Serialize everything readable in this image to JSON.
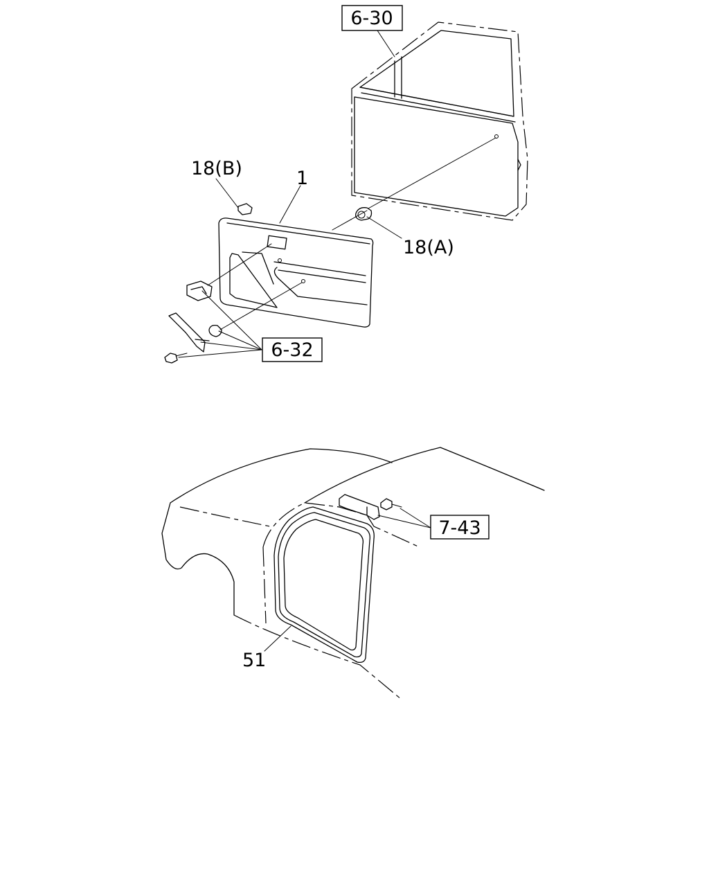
{
  "references": {
    "ref_6_30": "6-30",
    "ref_6_32": "6-32",
    "ref_7_43": "7-43"
  },
  "parts": {
    "part_1": "1",
    "part_18a": "18(A)",
    "part_18b": "18(B)",
    "part_51": "51"
  }
}
